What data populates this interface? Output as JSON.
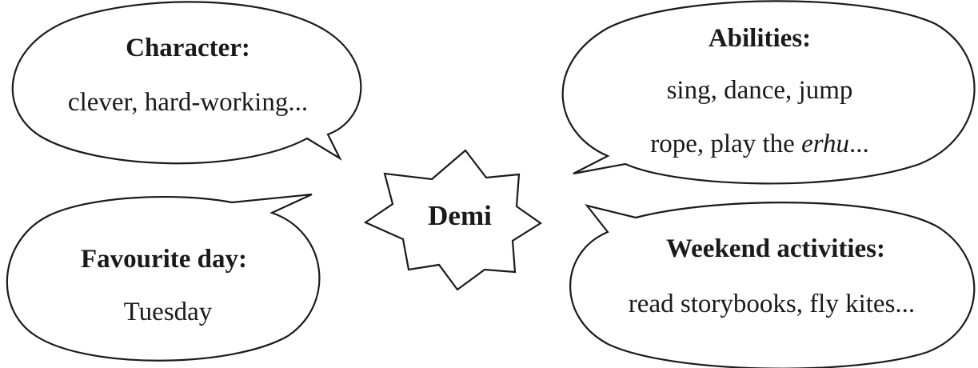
{
  "center": {
    "label": "Demi"
  },
  "bubbles": {
    "character": {
      "heading": "Character:",
      "lines": [
        "clever, hard-working..."
      ]
    },
    "abilities": {
      "heading": "Abilities:",
      "line1": "sing, dance, jump",
      "line2_prefix": "rope, play the ",
      "line2_italic": "erhu",
      "line2_suffix": "..."
    },
    "favourite_day": {
      "heading": "Favourite day:",
      "lines": [
        "Tuesday"
      ]
    },
    "weekend": {
      "heading": "Weekend activities:",
      "lines": [
        "read storybooks, fly kites..."
      ]
    }
  },
  "colors": {
    "stroke": "#1a1a1a",
    "fill": "#ffffff",
    "text": "#1a1a1a"
  }
}
